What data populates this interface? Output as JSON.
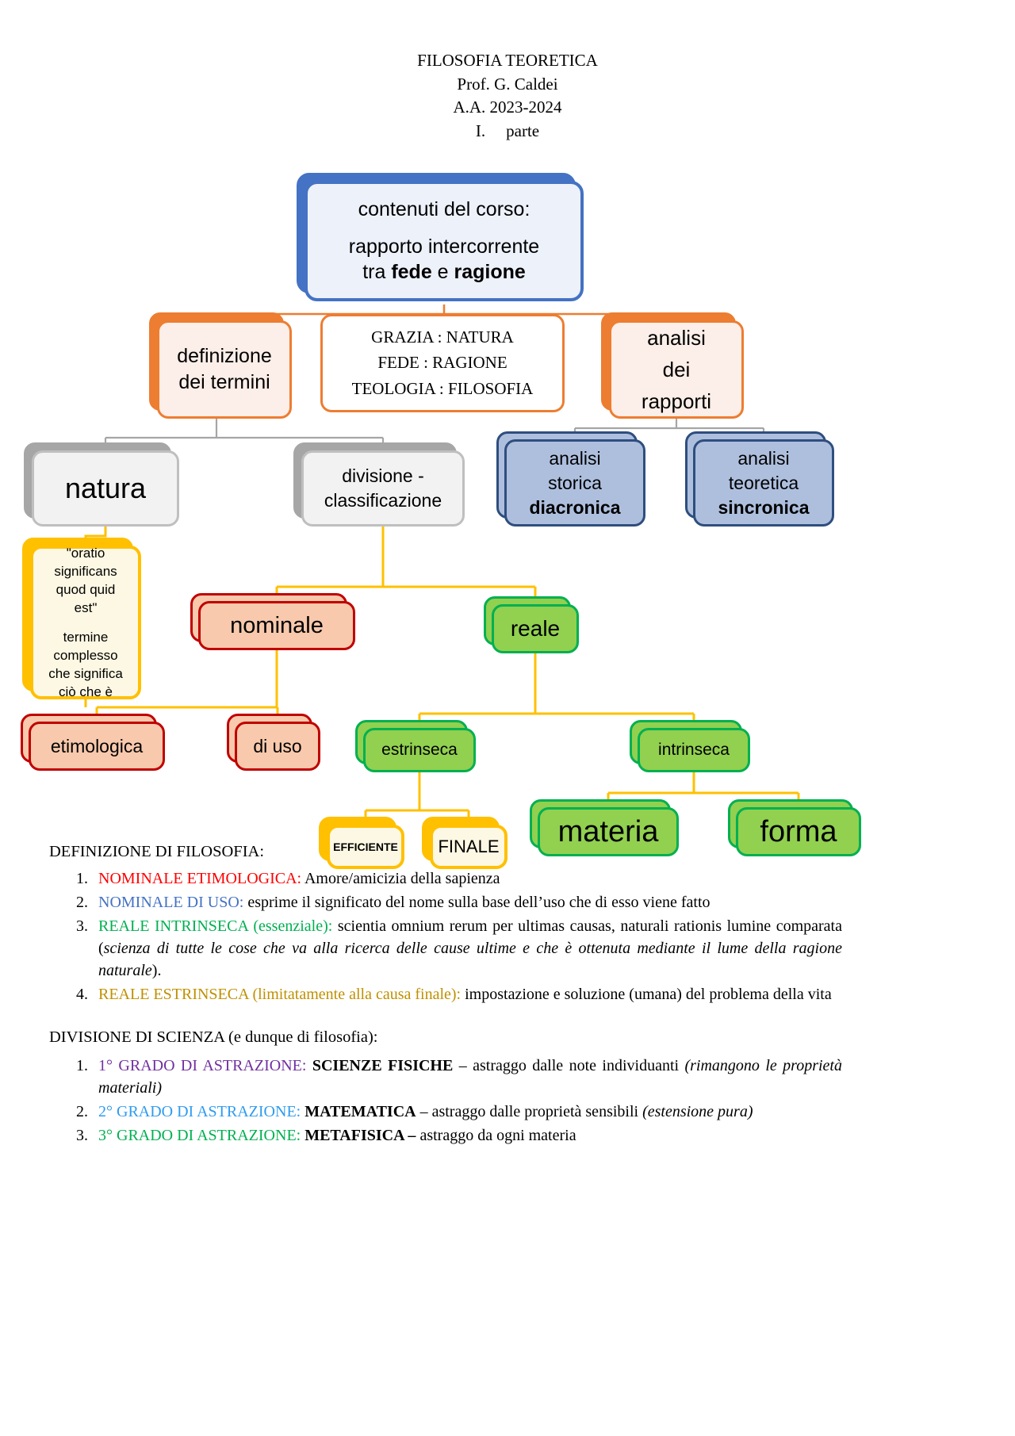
{
  "header": {
    "title": "FILOSOFIA TEORETICA",
    "professor": "Prof. G. Caldei",
    "year": "A.A. 2023-2024",
    "part_numeral": "I.",
    "part_label": "parte"
  },
  "diagram": {
    "root": {
      "line1": "contenuti del corso:",
      "line2_a": "rapporto intercorrente",
      "line2_b_pre": "tra ",
      "line2_b_bold1": "fede",
      "line2_b_mid": " e ",
      "line2_b_bold2": "ragione"
    },
    "definizione": {
      "l1": "definizione",
      "l2": "dei termini"
    },
    "proporzioni": {
      "r1": "GRAZIA : NATURA",
      "r2": "FEDE : RAGIONE",
      "r3": "TEOLOGIA : FILOSOFIA"
    },
    "analisi_rapporti": {
      "l1": "analisi",
      "l2": "dei",
      "l3": "rapporti"
    },
    "analisi_storica": {
      "l1": "analisi",
      "l2": "storica",
      "l3": "diacronica"
    },
    "analisi_teorica": {
      "l1": "analisi",
      "l2": "teoretica",
      "l3": "sincronica"
    },
    "natura": {
      "label": "natura"
    },
    "divisione": {
      "l1": "divisione -",
      "l2": "classificazione"
    },
    "oratio": {
      "p1_l1": "\"oratio",
      "p1_l2": "significans",
      "p1_l3": "quod quid",
      "p1_l4": "est\"",
      "p2_l1": "termine",
      "p2_l2": "complesso",
      "p2_l3": "che significa",
      "p2_l4": "ciò che è"
    },
    "nominale": {
      "label": "nominale"
    },
    "reale": {
      "label": "reale"
    },
    "etimologica": {
      "label": "etimologica"
    },
    "di_uso": {
      "label": "di uso"
    },
    "estrinseca": {
      "label": "estrinseca"
    },
    "intrinseca": {
      "label": "intrinseca"
    },
    "efficiente": {
      "label": "EFFICIENTE"
    },
    "finale": {
      "label": "FINALE"
    },
    "materia": {
      "label": "materia"
    },
    "forma": {
      "label": "forma"
    }
  },
  "definizione_section": {
    "heading": "DEFINIZIONE DI FILOSOFIA:",
    "items": [
      {
        "label": "NOMINALE ETIMOLOGICA:",
        "label_color": "#FF0000",
        "text": " Amore/amicizia della sapienza"
      },
      {
        "label": "NOMINALE DI USO:",
        "label_color": "#4472C4",
        "text": " esprime il significato del nome sulla base dell’uso che di esso viene fatto"
      },
      {
        "label": "REALE  INTRINSECA (essenziale):",
        "label_color": "#00B050",
        "text": " scientia omnium rerum per ultimas causas, naturali rationis lumine comparata (",
        "italic": "scienza di tutte le cose che va alla ricerca delle cause ultime e che è ottenuta mediante il lume della ragione naturale",
        "tail": ")."
      },
      {
        "label": "REALE  ESTRINSECA (limitatamente alla causa finale):",
        "label_color": "#BF9000",
        "text": " impostazione e soluzione (umana) del problema della vita"
      }
    ]
  },
  "divisione_section": {
    "heading": "DIVISIONE DI SCIENZA (e dunque di filosofia):",
    "items": [
      {
        "label": "1° GRADO DI ASTRAZIONE:",
        "label_color": "#7030A0",
        "bold": " SCIENZE FISICHE",
        "text": " – astraggo dalle note individuanti ",
        "italic": "(rimangono le proprietà materiali)"
      },
      {
        "label": "2° GRADO DI ASTRAZIONE:",
        "label_color": "#2E9BF0",
        "bold": " MATEMATICA",
        "text": " – astraggo dalle proprietà sensibili ",
        "italic": "(estensione pura)"
      },
      {
        "label": "3° GRADO DI ASTRAZIONE:",
        "label_color": "#00B050",
        "bold": " METAFISICA –",
        "text": " astraggo da ogni materia",
        "italic": ""
      }
    ]
  },
  "colors": {
    "root_border": "#4472C4",
    "root_fill": "#EDF1FA",
    "orange": "#ED7D31",
    "orange_fill": "#FCEEE8",
    "navy_border": "#2E4E7E",
    "navy_fill": "#AEBFDE",
    "gray_border": "#BFBFBF",
    "gray_fill": "#F2F2F2",
    "yellow": "#FFC000",
    "yellow_fill": "#FDF8E3",
    "red": "#C00000",
    "salmon_fill": "#F8C9AC",
    "green_border": "#00B050",
    "green_fill": "#92D050"
  }
}
